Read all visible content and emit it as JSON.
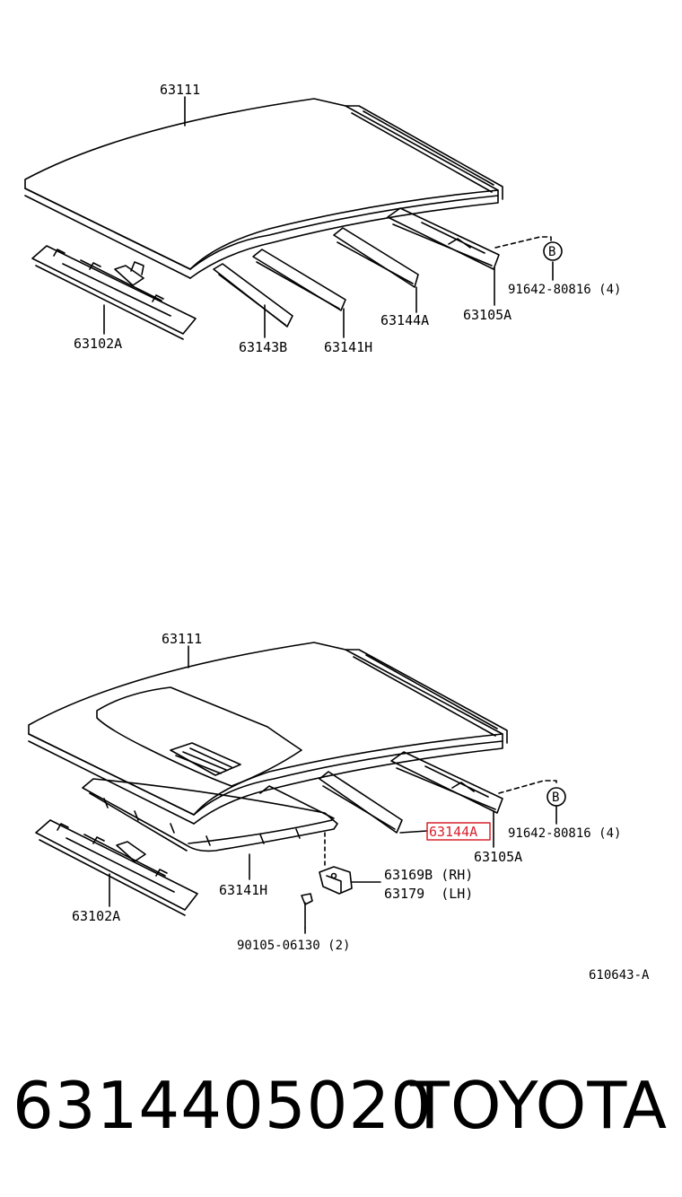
{
  "top_diagram": {
    "labels": {
      "roof_panel": "63111",
      "front_rail": "63102A",
      "bow_b": "63143B",
      "bow_h": "63141H",
      "bow_a": "63144A",
      "rear_rail": "63105A",
      "callout_b": "B",
      "screw": "91642-80816 (4)"
    }
  },
  "bottom_diagram": {
    "labels": {
      "roof_panel": "63111",
      "front_rail": "63102A",
      "sunroof_frame": "63141H",
      "bow_a_highlighted": "63144A",
      "rear_rail": "63105A",
      "callout_b": "B",
      "screw": "91642-80816 (4)",
      "bracket_rh": "63169B (RH)",
      "bracket_lh": "63179  (LH)",
      "bolt": "90105-06130 (2)",
      "drawing_code": "610643-A"
    },
    "highlight_color": "#d9232d"
  },
  "footer": {
    "part_number": "6314405020",
    "brand": "TOYOTA"
  }
}
